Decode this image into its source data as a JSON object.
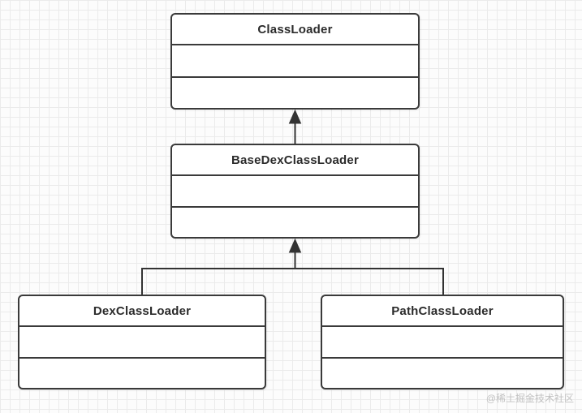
{
  "colors": {
    "box_border": "#3a3a3a",
    "box_fill": "#ffffff",
    "connector": "#333333",
    "grid_line": "#ebebeb",
    "canvas_bg": "#fcfcfc",
    "watermark_text": "#c2c2c2"
  },
  "classes": {
    "class_loader": {
      "name": "ClassLoader"
    },
    "base_dex_class_loader": {
      "name": "BaseDexClassLoader"
    },
    "dex_class_loader": {
      "name": "DexClassLoader"
    },
    "path_class_loader": {
      "name": "PathClassLoader"
    }
  },
  "relations": {
    "base_dex_extends": "ClassLoader",
    "dex_extends": "BaseDexClassLoader",
    "path_extends": "BaseDexClassLoader"
  },
  "watermark": "@稀土掘金技术社区"
}
